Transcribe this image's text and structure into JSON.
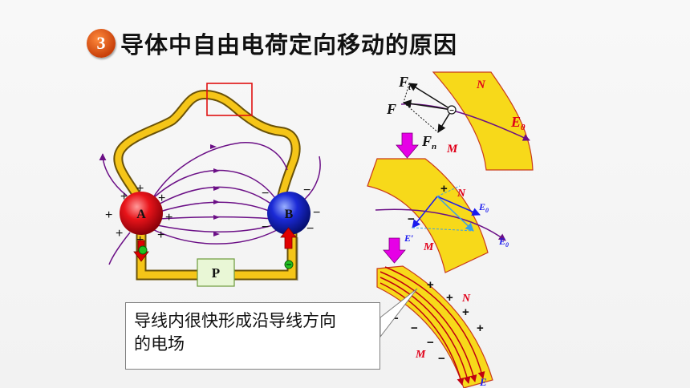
{
  "title": {
    "number": "3",
    "text": "导体中自由电荷定向移动的原因"
  },
  "circuit": {
    "charge_a": "A",
    "charge_b": "B",
    "pump": "P",
    "plus": "+",
    "minus": "−"
  },
  "panel1": {
    "label_f": "F",
    "label_ft": "F",
    "sub_t": "t",
    "label_fn": "F",
    "sub_n": "n",
    "label_n": "N",
    "label_m": "M",
    "label_e0": "E",
    "sub_0": "0",
    "electron": "−"
  },
  "panel2": {
    "label_n": "N",
    "label_e0_a": "E",
    "label_e0_b": "E",
    "sub_0": "0",
    "label_eprime": "E′",
    "label_m": "M",
    "plus": "+",
    "minus": "−"
  },
  "panel3": {
    "label_n": "N",
    "label_m": "M",
    "label_e": "E",
    "plus": "+",
    "minus": "−"
  },
  "callout": {
    "line1": "导线内很快形成沿导线方向",
    "line2": "的电场"
  },
  "colors": {
    "wire": "#f5c518",
    "field_line": "#6b0f86",
    "sphere_a": "#e8141a",
    "sphere_b": "#1b2ad6",
    "magenta_arrow": "#e600e6",
    "red_label": "#e0001a",
    "blue_label": "#1a1aee"
  }
}
